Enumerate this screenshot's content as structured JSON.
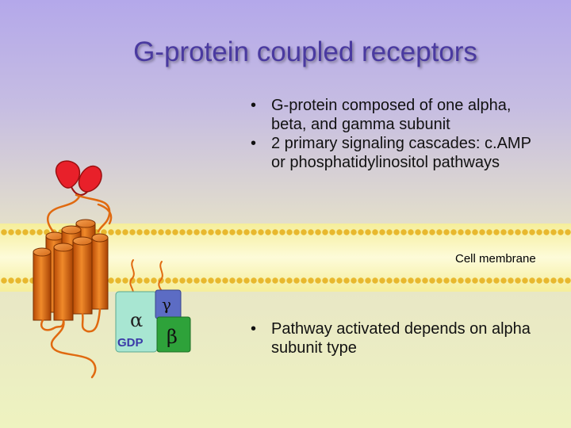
{
  "title": "G-protein coupled receptors",
  "bullets_top": [
    "G-protein composed of one alpha, beta, and gamma subunit",
    "2 primary signaling cascades: c.AMP or phosphatidylinositol pathways"
  ],
  "membrane_label": "Cell membrane",
  "bullets_bottom": [
    "Pathway activated depends on alpha subunit type"
  ],
  "subunits": {
    "alpha": "α",
    "beta": "β",
    "gamma": "γ",
    "gdp": "GDP"
  },
  "colors": {
    "receptor": "#e06a10",
    "ligand": "#e8202a",
    "alpha": "#a8e6d2",
    "beta": "#2ea23a",
    "gamma": "#5c6cc4",
    "title": "#4a3aa0"
  }
}
